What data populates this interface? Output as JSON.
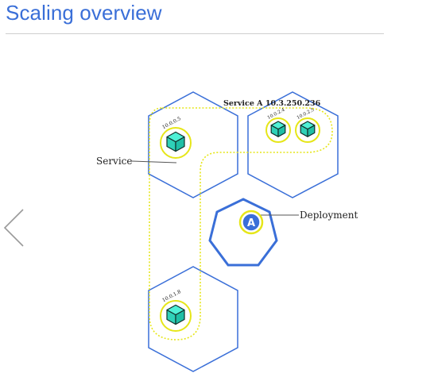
{
  "slide": {
    "title": "Scaling overview"
  },
  "diagram": {
    "service_banner": "Service A 10.3.250.236",
    "service_label": "Service",
    "deployment_label": "Deployment",
    "deployment_badge": "A",
    "pods": [
      {
        "ip": "10.0.0.5"
      },
      {
        "ip": "10.0.2.4"
      },
      {
        "ip": "10.0.2.5"
      },
      {
        "ip": "10.0.1.8"
      }
    ],
    "colors": {
      "node_outline": "#3a6fd8",
      "service_boundary": "#e6e619",
      "pod_cube": "#2fd1b8",
      "title": "#3a6fd8"
    }
  },
  "navigation": {
    "prev_icon": "chevron-left-icon"
  }
}
